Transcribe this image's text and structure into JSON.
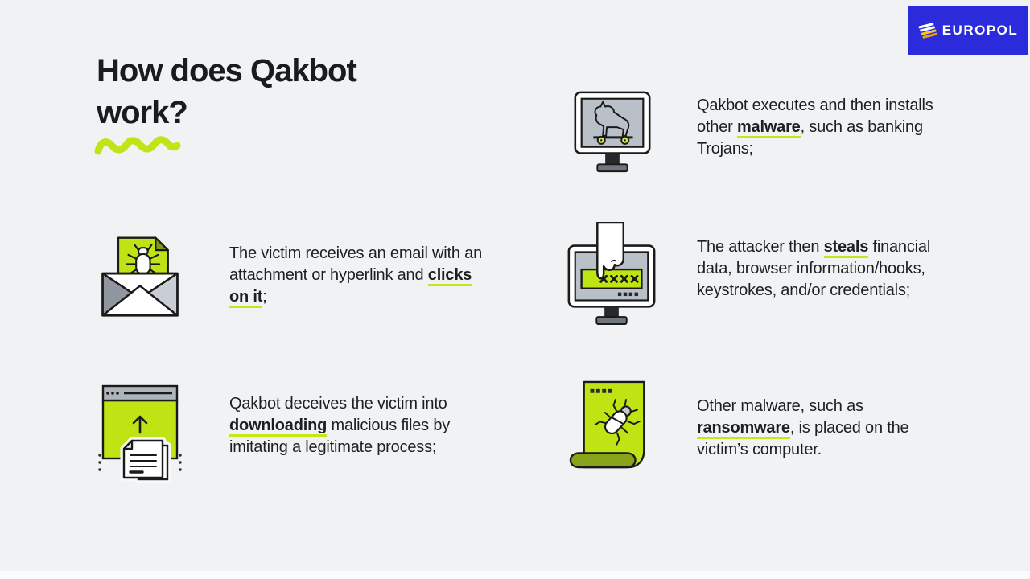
{
  "page": {
    "background_color": "#F1F2F4",
    "text_color": "#1E1F21",
    "accent_color": "#BFE516"
  },
  "header": {
    "title_line1": "How does Qakbot",
    "title_line2": "work?",
    "underline_icon": "squiggle-underline-icon"
  },
  "logo": {
    "text": "EUROPOL",
    "background_color": "#2B2BDC",
    "emblem_icon": "europol-emblem-icon"
  },
  "items": [
    {
      "icon": "email-bug-icon",
      "pre": "The victim receives an email with an attachment or hyperlink and ",
      "highlight": "clicks on it",
      "post": ";"
    },
    {
      "icon": "browser-download-icon",
      "pre": "Qakbot deceives the victim into ",
      "highlight": "downloading",
      "post": " malicious files by imitating a legitimate process;"
    },
    {
      "icon": "trojan-horse-monitor-icon",
      "pre": "Qakbot executes and then installs other ",
      "highlight": "malware",
      "post": ", such as banking Trojans;"
    },
    {
      "icon": "password-steal-monitor-icon",
      "pre": "The attacker then ",
      "highlight": "steals",
      "post": " financial data, browser information/hooks, keystrokes, and/or credentials;"
    },
    {
      "icon": "ransomware-scroll-icon",
      "pre": "Other malware, such as ",
      "highlight": "ransomware",
      "post": ", is placed on the victim’s computer."
    }
  ]
}
